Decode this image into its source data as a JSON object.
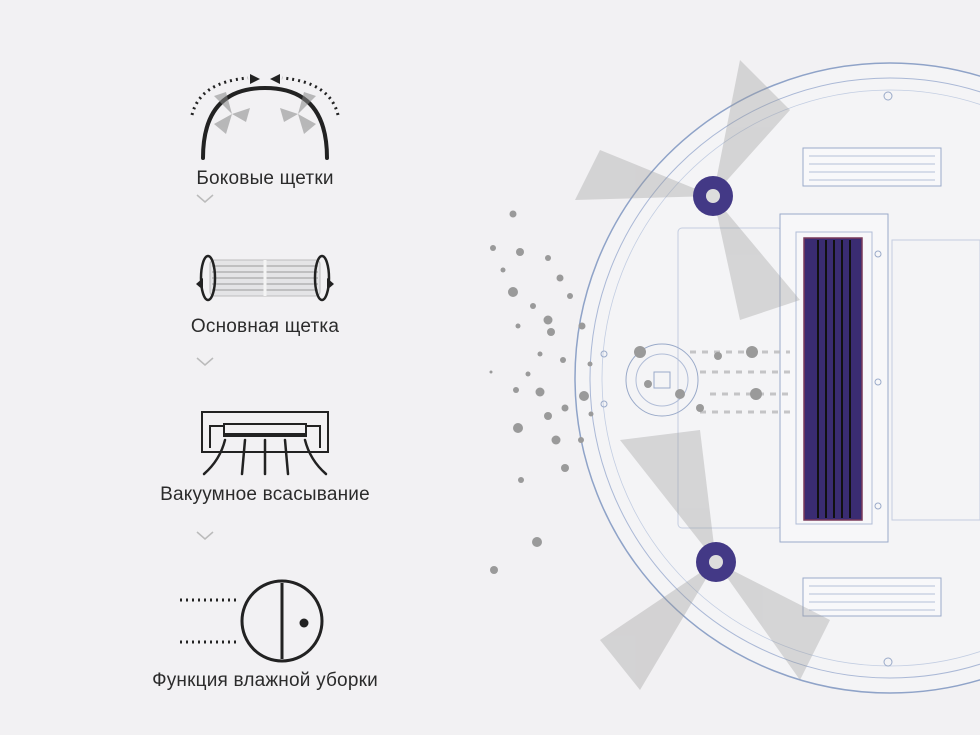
{
  "features": [
    {
      "label": "Боковые щетки",
      "icon": "side-brushes-icon"
    },
    {
      "label": "Основная щетка",
      "icon": "main-brush-icon"
    },
    {
      "label": "Вакуумное всасывание",
      "icon": "vacuum-suction-icon"
    },
    {
      "label": "Функция влажной уборки",
      "icon": "wet-cleaning-icon"
    }
  ],
  "colors": {
    "background": "#f2f1f3",
    "text": "#2b2b2b",
    "robot_outline": "#8fa3c8",
    "brush_accent": "#3c2f7a",
    "dust": "#9a9a9a"
  }
}
